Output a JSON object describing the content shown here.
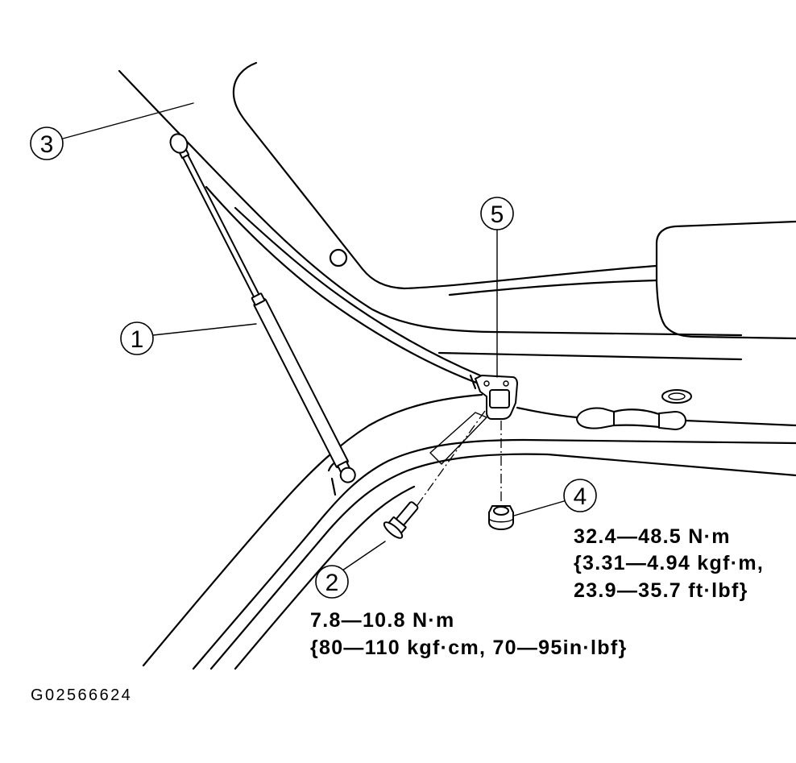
{
  "callouts": [
    "1",
    "2",
    "3",
    "4",
    "5"
  ],
  "torque_specs": {
    "item_4": {
      "line1": "32.4—48.5 N·m",
      "line2": "{3.31—4.94 kgf·m,",
      "line3": "23.9—35.7 ft·lbf}"
    },
    "item_2": {
      "line1": "7.8—10.8 N·m",
      "line2": "{80—110 kgf·cm, 70—95in·lbf}"
    }
  },
  "figure_id": "G02566624",
  "colors": {
    "line": "#000000",
    "background": "#ffffff"
  }
}
